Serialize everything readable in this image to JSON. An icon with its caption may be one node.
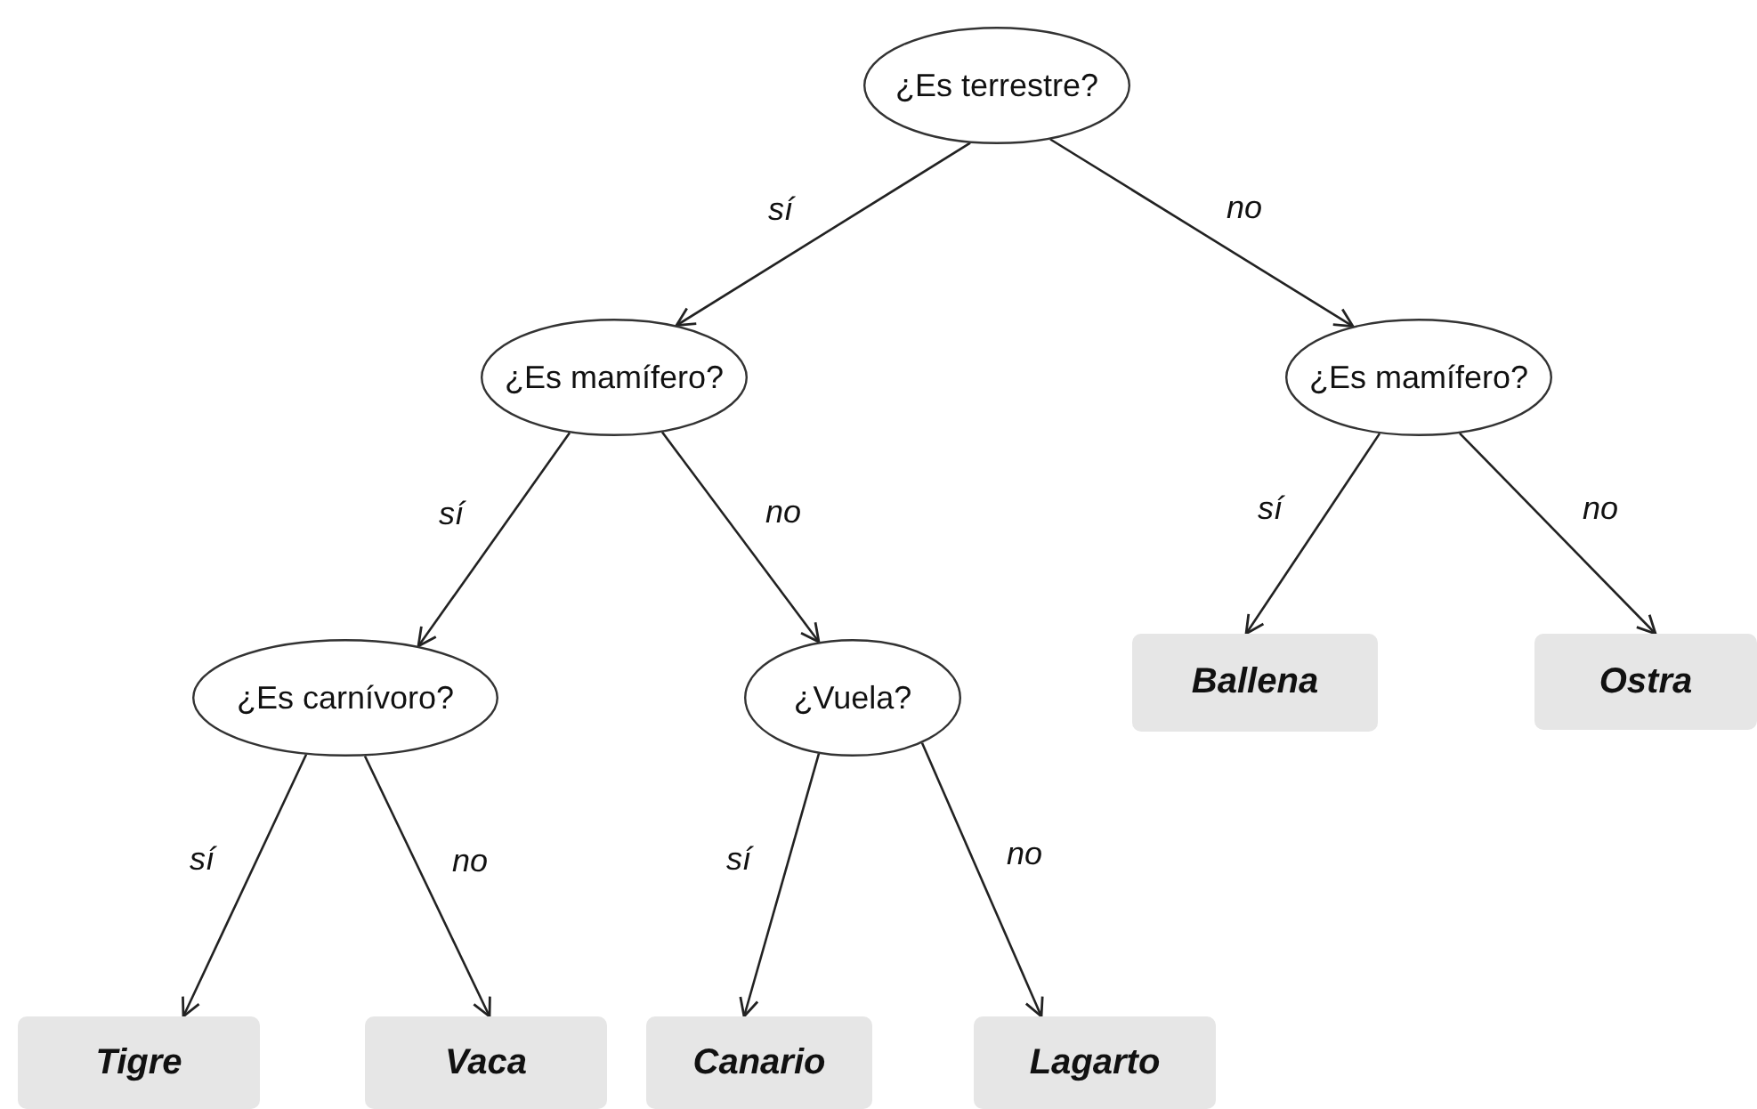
{
  "diagram": {
    "nodes": [
      {
        "text": [
          "¿Es terrestre?"
        ]
      },
      {
        "text": [
          "¿Es mamífero?"
        ]
      },
      {
        "text": [
          "¿Es mamífero?"
        ]
      },
      {
        "text": [
          "¿Es carnívoro?"
        ]
      },
      {
        "text": [
          "¿Vuela?"
        ]
      },
      {
        "text": [
          "Ballena"
        ]
      },
      {
        "text": [
          "Ostra"
        ]
      },
      {
        "text": [
          "Tigre"
        ]
      },
      {
        "text": [
          "Vaca"
        ]
      },
      {
        "text": [
          "Canario"
        ]
      },
      {
        "text": [
          "Lagarto"
        ]
      }
    ],
    "edges": [
      {
        "from": 0,
        "to": 1,
        "arrow": "to",
        "label": "sí"
      },
      {
        "from": 0,
        "to": 2,
        "arrow": "to",
        "label": "no"
      },
      {
        "from": 1,
        "to": 3,
        "arrow": "to",
        "label": "sí"
      },
      {
        "from": 1,
        "to": 4,
        "arrow": "to",
        "label": "no"
      },
      {
        "from": 2,
        "to": 5,
        "arrow": "to",
        "label": "sí"
      },
      {
        "from": 2,
        "to": 6,
        "arrow": "to",
        "label": "no"
      },
      {
        "from": 3,
        "to": 7,
        "arrow": "to",
        "label": "sí"
      },
      {
        "from": 3,
        "to": 8,
        "arrow": "to",
        "label": "no"
      },
      {
        "from": 4,
        "to": 9,
        "arrow": "to",
        "label": "sí"
      },
      {
        "from": 4,
        "to": 10,
        "arrow": "to",
        "label": "no"
      }
    ]
  }
}
